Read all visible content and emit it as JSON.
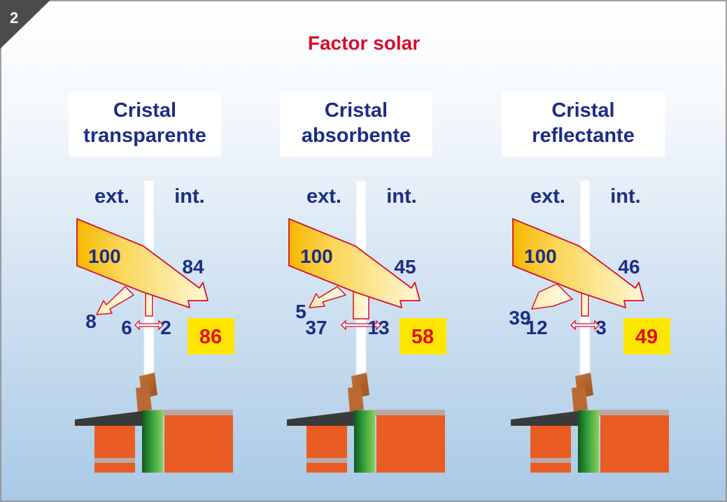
{
  "slide_number": "2",
  "title": "Factor solar",
  "colors": {
    "title": "#d40f2d",
    "labels": "#1c2d86",
    "total_box": "#ffe600",
    "total_text": "#e0101e",
    "arrow_outline": "#d8102b",
    "wall_orange": "#e95c23",
    "frame_wood": "#b9642b",
    "glass_green": "#1e8a2c"
  },
  "panels": [
    {
      "title_line1": "Cristal",
      "title_line2": "transparente",
      "ext_label": "ext.",
      "int_label": "int.",
      "incident": "100",
      "transmitted": "84",
      "reflected": "8",
      "reradiated_out": "6",
      "reradiated_in": "2",
      "solar_factor": "86"
    },
    {
      "title_line1": "Cristal",
      "title_line2": "absorbente",
      "ext_label": "ext.",
      "int_label": "int.",
      "incident": "100",
      "transmitted": "45",
      "reflected": "5",
      "reradiated_out": "37",
      "reradiated_in": "13",
      "solar_factor": "58"
    },
    {
      "title_line1": "Cristal",
      "title_line2": "reflectante",
      "ext_label": "ext.",
      "int_label": "int.",
      "incident": "100",
      "transmitted": "46",
      "reflected": "39",
      "reradiated_out": "12",
      "reradiated_in": "3",
      "solar_factor": "49"
    }
  ]
}
